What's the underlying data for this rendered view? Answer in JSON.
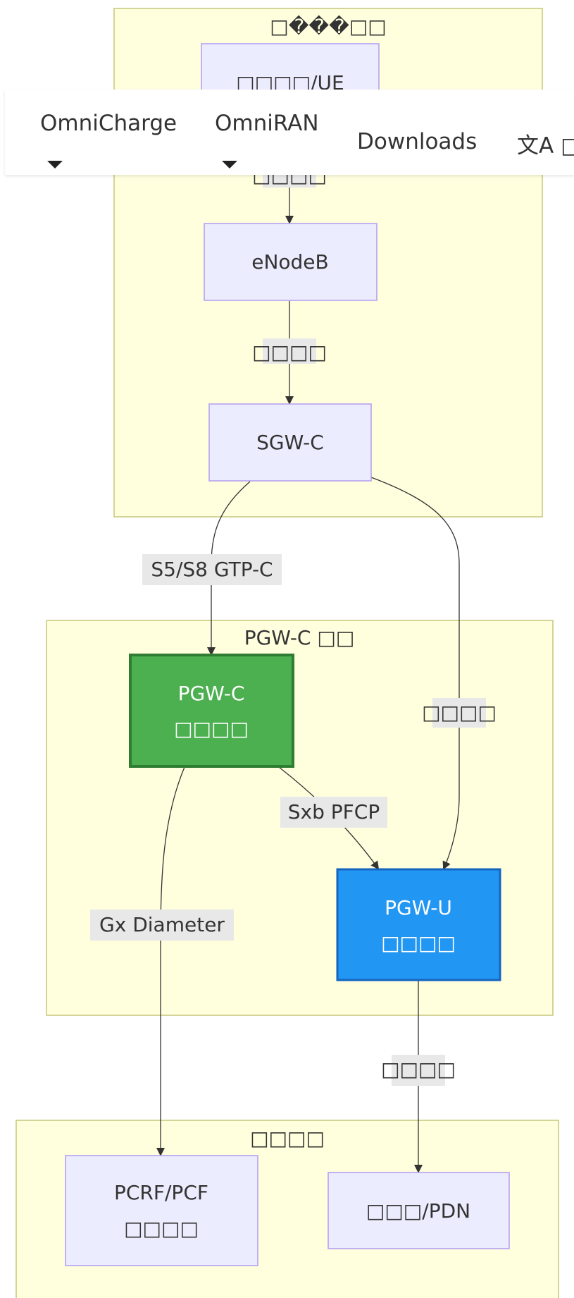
{
  "nav": {
    "items": [
      {
        "label": "OmniCharge",
        "dropdown": true
      },
      {
        "label": "OmniRAN",
        "dropdown": true
      },
      {
        "label": "Downloads",
        "dropdown": false
      }
    ],
    "language_icon": "translate-icon",
    "language_label": "□□"
  },
  "diagram": {
    "clusters": {
      "top": "□���□□",
      "pgwc": "PGW-C □□",
      "bottom": "□□□□"
    },
    "nodes": {
      "ue": "□□□□/UE",
      "enodeb": "eNodeB",
      "sgwc": "SGW-C",
      "pgwc_line1": "PGW-C",
      "pgwc_line2": "□□□□",
      "pgwu_line1": "PGW-U",
      "pgwu_line2": "□□□□",
      "pcrf_line1": "PCRF/PCF",
      "pcrf_line2": "□□□□",
      "pdn": "□□□/PDN"
    },
    "edges": {
      "ue_enb": "□□□□",
      "enb_sgw": "□□□□",
      "s5s8": "S5/S8 GTP-C",
      "sgw_pgwu": "□□□□",
      "sxb": "Sxb PFCP",
      "gx": "Gx Diameter",
      "pgwu_pdn": "□□□□"
    },
    "colors": {
      "cluster_fill": "#ffffde",
      "node_fill": "#ececff",
      "pgwc_fill": "#4caf50",
      "pgwu_fill": "#2196f3"
    }
  }
}
